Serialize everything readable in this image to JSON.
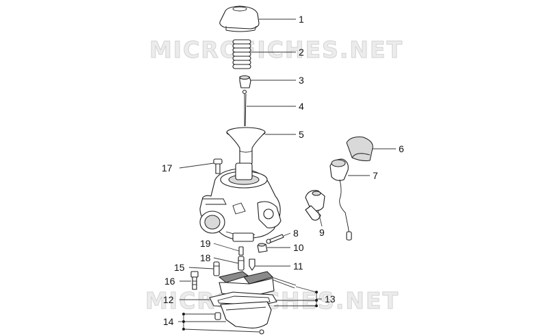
{
  "watermark": "MICROFICHES.NET",
  "callouts": [
    "1",
    "2",
    "3",
    "4",
    "5",
    "6",
    "7",
    "8",
    "9",
    "10",
    "11",
    "12",
    "13",
    "14",
    "15",
    "16",
    "17",
    "18",
    "19"
  ]
}
